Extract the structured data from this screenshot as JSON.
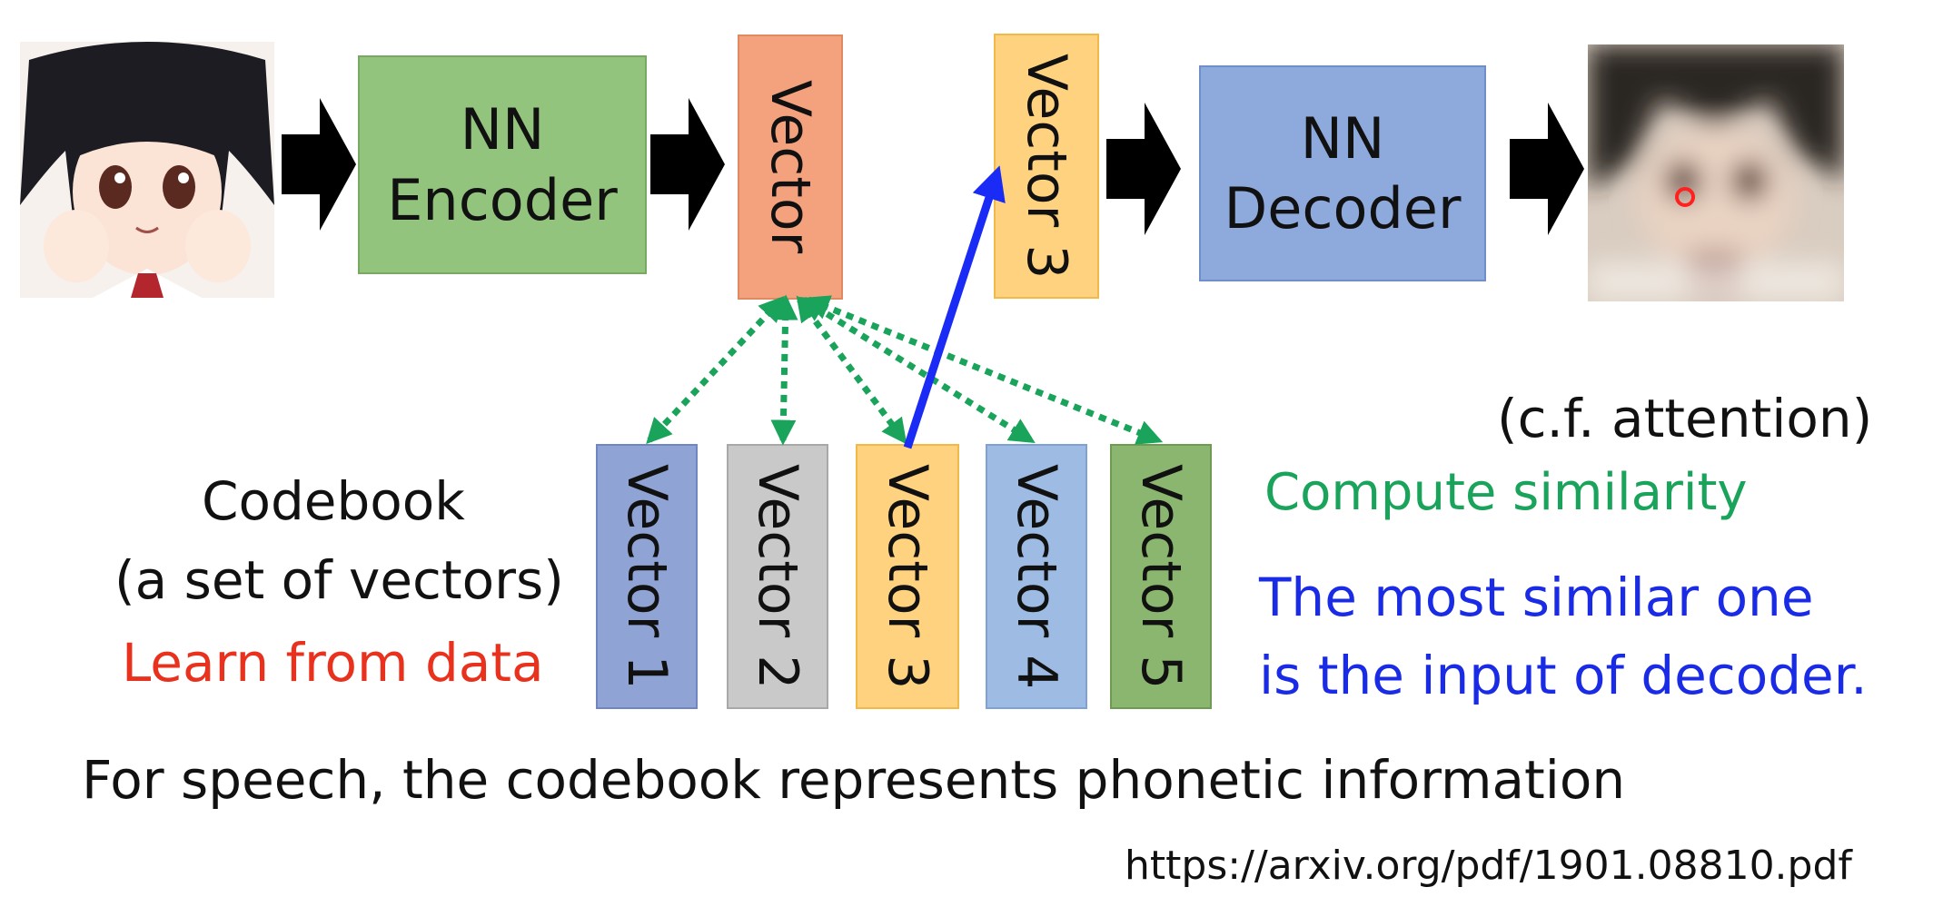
{
  "encoder": {
    "line1": "NN",
    "line2": "Encoder"
  },
  "vector": {
    "label": "Vector"
  },
  "selected_vector": {
    "label": "Vector 3"
  },
  "decoder": {
    "line1": "NN",
    "line2": "Decoder"
  },
  "codebook": {
    "title": "Codebook",
    "subtitle": "(a set of vectors)",
    "note": "Learn from data",
    "vectors": [
      {
        "label": "Vector 1",
        "color": "#8fa4d4"
      },
      {
        "label": "Vector 2",
        "color": "#c9c9c9"
      },
      {
        "label": "Vector 3",
        "color": "#ffd27f"
      },
      {
        "label": "Vector 4",
        "color": "#9dbbe3"
      },
      {
        "label": "Vector 5",
        "color": "#8bb66f"
      }
    ]
  },
  "annotations": {
    "cf": "(c.f. attention)",
    "similarity": "Compute similarity",
    "most_similar_1": "The most similar one",
    "most_similar_2": "is the input of decoder."
  },
  "footer": {
    "speech_note": "For speech, the codebook represents phonetic information",
    "url": "https://arxiv.org/pdf/1901.08810.pdf"
  },
  "colors": {
    "encoder": "#93c47d",
    "vector": "#f4a27d",
    "selected": "#ffd27f",
    "decoder": "#8ea9db",
    "similarity": "#1aa35a",
    "selection_arrow": "#1a2bf5",
    "note_red": "#e8321e",
    "annotation_blue": "#1a2be6"
  }
}
